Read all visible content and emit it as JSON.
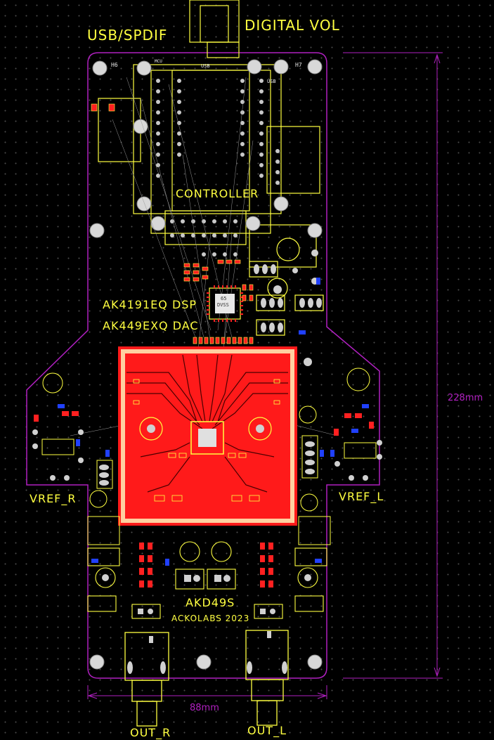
{
  "labels": {
    "usb_spdif": "USB/SPDIF",
    "digital_vol": "DIGITAL VOL",
    "controller": "CONTROLLER",
    "dsp": "AK4191EQ DSP",
    "dac": "AK449EXQ DAC",
    "vref_r": "VREF_R",
    "vref_l": "VREF_L",
    "board_name": "AKD49S",
    "credit": "ACKOLABS 2023",
    "out_r": "OUT_R",
    "out_l": "OUT_L",
    "mcu": "MCU",
    "usb_small": "USB",
    "usb_small2": "USB",
    "h6": "H6",
    "h7": "H7",
    "ic_label_1": "65",
    "ic_label_2": "DVSS"
  },
  "dimensions": {
    "height": "228mm",
    "width": "88mm"
  },
  "colors": {
    "background": "#000000",
    "silkscreen": "#ffff40",
    "outline": "#b020c0",
    "copper_top": "#ff1a1a",
    "pad": "#c8c8c8"
  }
}
